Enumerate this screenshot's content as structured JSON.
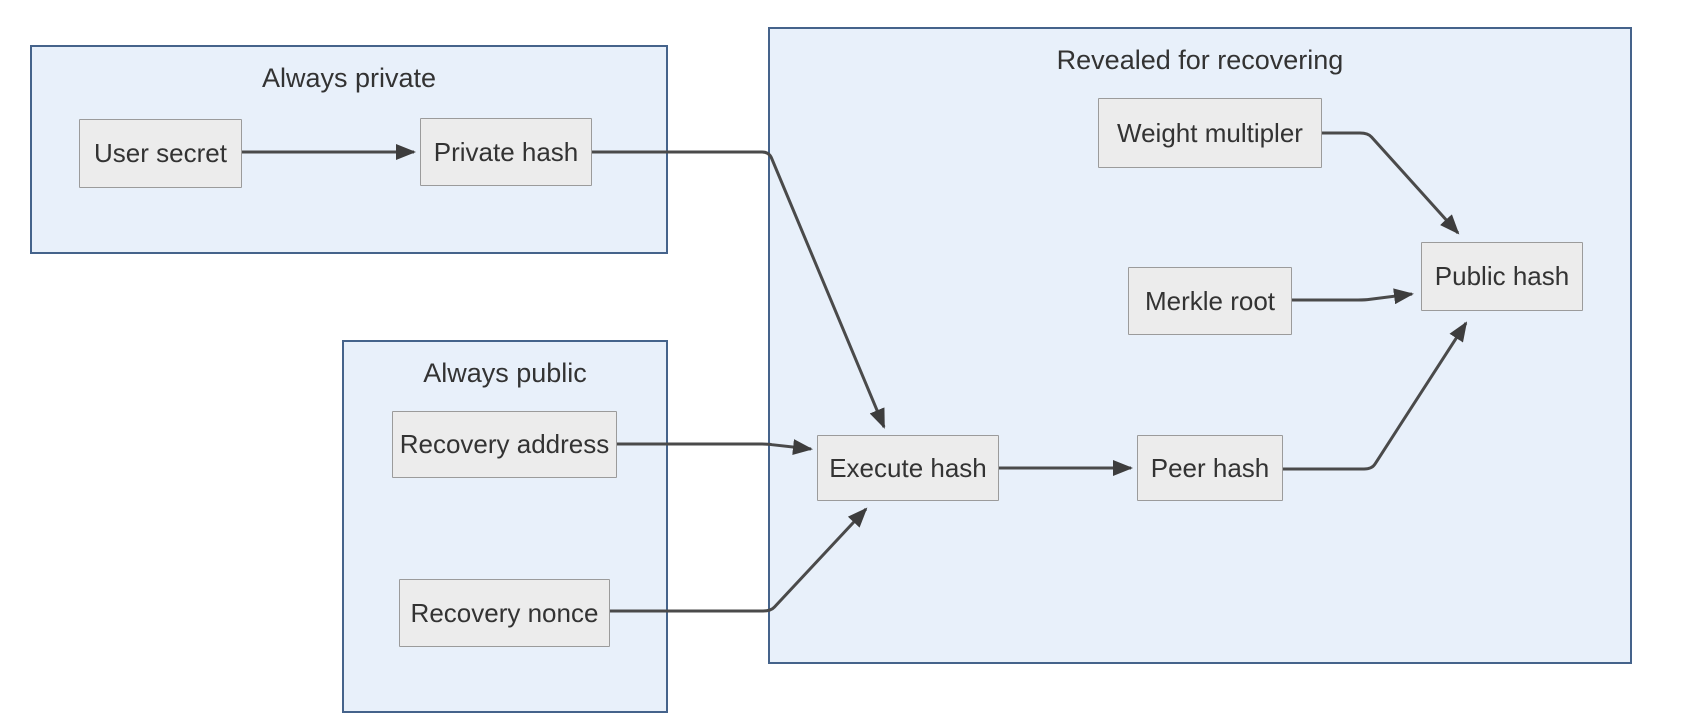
{
  "diagram": {
    "groups": [
      {
        "id": "always-private",
        "title": "Always private"
      },
      {
        "id": "always-public",
        "title": "Always public"
      },
      {
        "id": "revealed-for-recovering",
        "title": "Revealed for recovering"
      }
    ],
    "nodes": [
      {
        "id": "user-secret",
        "label": "User secret"
      },
      {
        "id": "private-hash",
        "label": "Private hash"
      },
      {
        "id": "recovery-address",
        "label": "Recovery address"
      },
      {
        "id": "recovery-nonce",
        "label": "Recovery nonce"
      },
      {
        "id": "execute-hash",
        "label": "Execute hash"
      },
      {
        "id": "peer-hash",
        "label": "Peer hash"
      },
      {
        "id": "weight-multipler",
        "label": "Weight multipler"
      },
      {
        "id": "merkle-root",
        "label": "Merkle root"
      },
      {
        "id": "public-hash",
        "label": "Public hash"
      }
    ],
    "edges": [
      {
        "from": "User secret",
        "to": "Private hash"
      },
      {
        "from": "Private hash",
        "to": "Execute hash"
      },
      {
        "from": "Recovery address",
        "to": "Execute hash"
      },
      {
        "from": "Recovery nonce",
        "to": "Execute hash"
      },
      {
        "from": "Execute hash",
        "to": "Peer hash"
      },
      {
        "from": "Peer hash",
        "to": "Public hash"
      },
      {
        "from": "Merkle root",
        "to": "Public hash"
      },
      {
        "from": "Weight multipler",
        "to": "Public hash"
      }
    ],
    "colors": {
      "group_fill": "#e8f0fa",
      "group_border": "#45638b",
      "node_fill": "#ececec",
      "node_border": "#9b9b9b",
      "edge": "#4a4a4a",
      "arrowhead": "#3d3d3d",
      "text": "#333333"
    }
  }
}
